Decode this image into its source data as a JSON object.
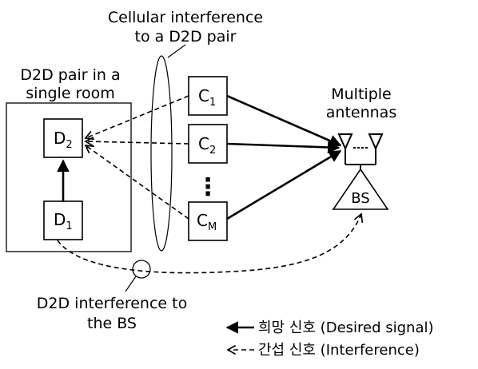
{
  "labels": {
    "cellular_interference_line1": "Cellular interference",
    "cellular_interference_line2": "to a D2D pair",
    "d2d_room_line1": "D2D pair in a",
    "d2d_room_line2": "single room",
    "multiple_antennas_line1": "Multiple",
    "multiple_antennas_line2": "antennas",
    "d2d_interference_line1": "D2D interference to",
    "d2d_interference_line2": "the BS"
  },
  "nodes": {
    "d2": {
      "base": "D",
      "sub": "2"
    },
    "d1": {
      "base": "D",
      "sub": "1"
    },
    "c1": {
      "base": "C",
      "sub": "1"
    },
    "c2": {
      "base": "C",
      "sub": "2"
    },
    "cm": {
      "base": "C",
      "sub": "M"
    },
    "bs": "BS",
    "ellipsis": "⋮"
  },
  "legend": {
    "desired": "희망 신호 (Desired signal)",
    "interference": "간섭 신호 (Interference)"
  }
}
